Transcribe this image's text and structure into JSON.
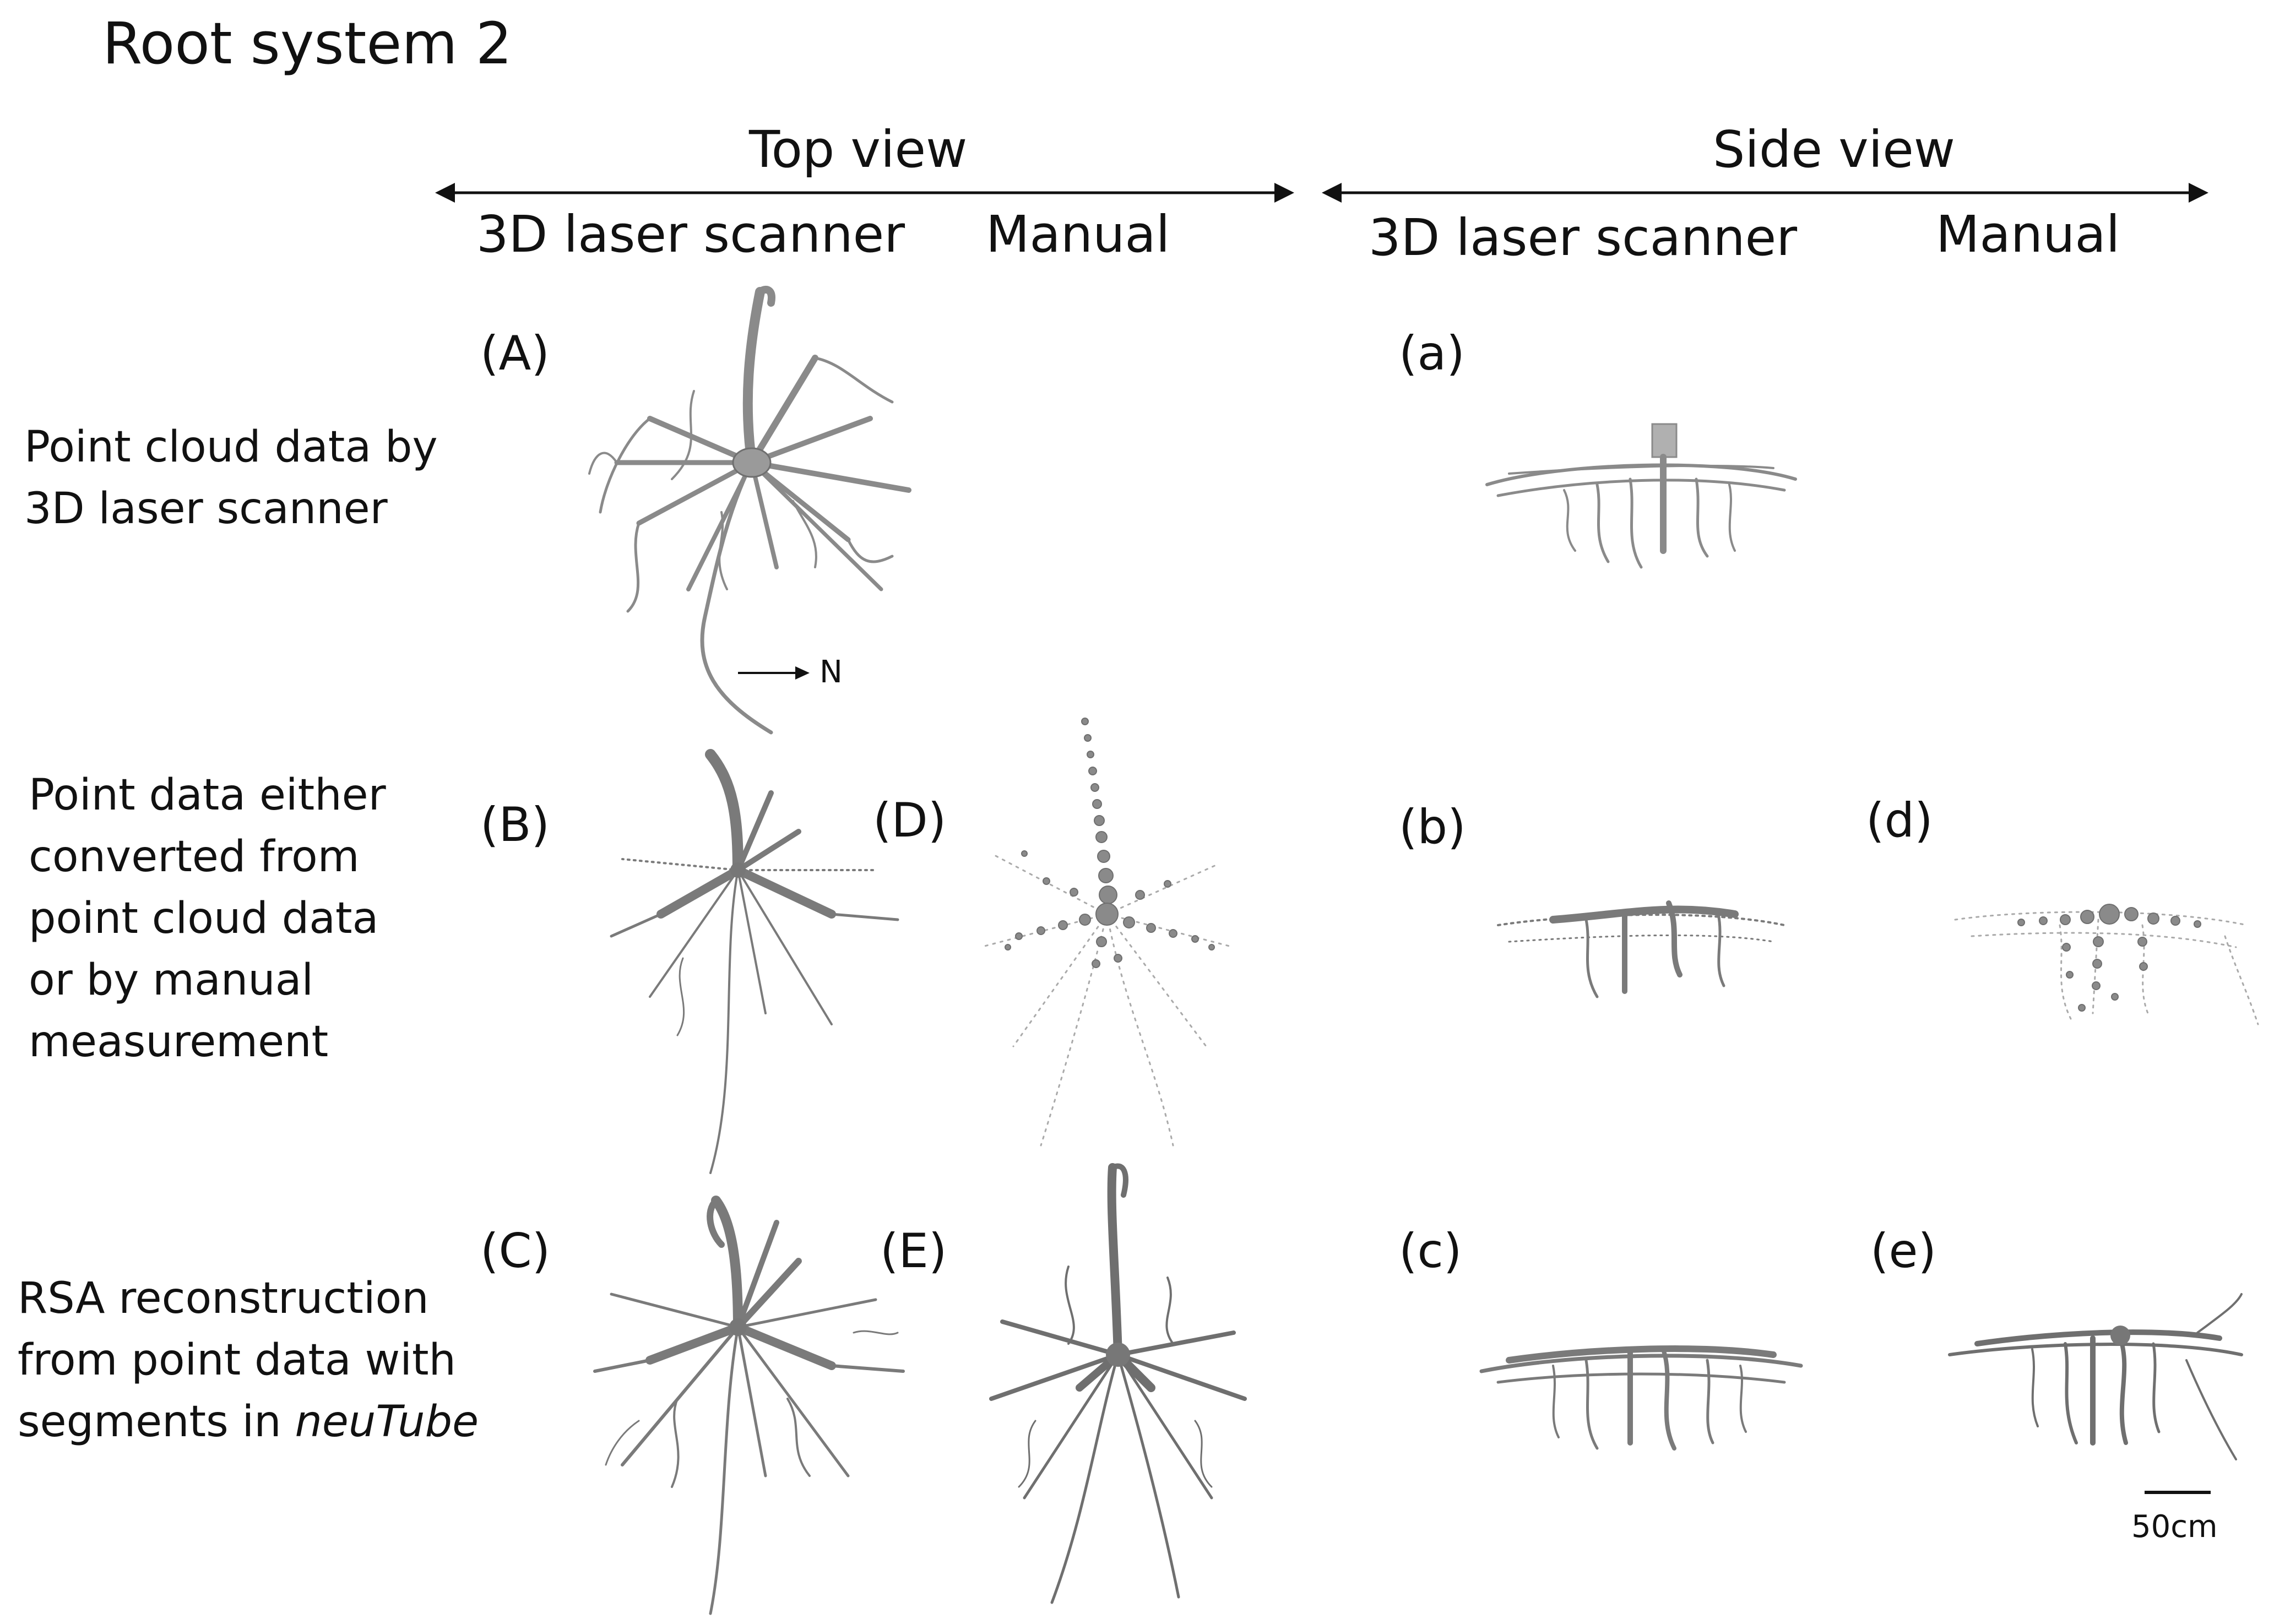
{
  "title": "Root system 2",
  "views": {
    "top": "Top view",
    "side": "Side view"
  },
  "methods": {
    "scanner": "3D laser scanner",
    "manual": "Manual"
  },
  "rows": {
    "row1": {
      "label": "Point cloud data by 3D laser scanner"
    },
    "row2": {
      "label": "Point data either converted from point cloud data or by manual measurement"
    },
    "row3": {
      "label_pre": "RSA reconstruction from point data with segments in ",
      "label_em": "neuTube"
    }
  },
  "panels": {
    "A": "(A)",
    "B": "(B)",
    "C": "(C)",
    "D": "(D)",
    "E": "(E)",
    "a": "(a)",
    "b": "(b)",
    "c": "(c)",
    "d": "(d)",
    "e": "(e)"
  },
  "north_label": "N",
  "scale_label": "50cm",
  "colors": {
    "root": "#8a8a8a",
    "root_dark": "#6f6f6f",
    "text": "#111111"
  }
}
